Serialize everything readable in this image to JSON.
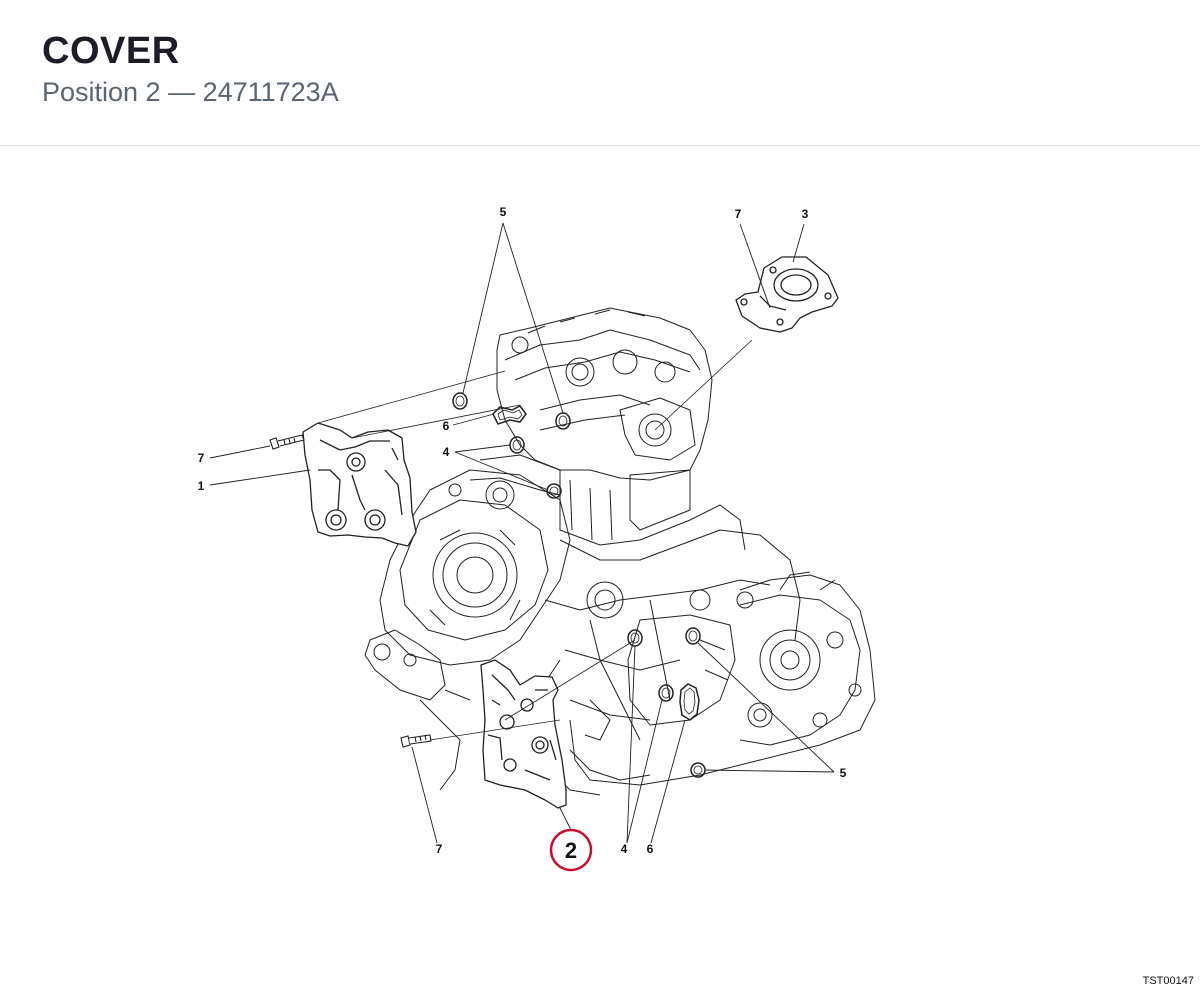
{
  "header": {
    "title": "COVER",
    "subtitle": "Position 2 — 24711723A"
  },
  "diagram": {
    "callouts": {
      "c5_top": "5",
      "c7_top": "7",
      "c3_top": "3",
      "c6_left": "6",
      "c4_left": "4",
      "c7_left": "7",
      "c1_left": "1",
      "c5_right": "5",
      "c7_bottom": "7",
      "c4_bottom": "4",
      "c6_bottom": "6"
    },
    "highlighted": {
      "number": "2",
      "color": "#c8102e"
    }
  },
  "footer": {
    "doc_code": "TST00147"
  },
  "colors": {
    "title": "#1d1d28",
    "subtitle": "#5b6572",
    "line_art": "#222222",
    "highlight": "#c8102e"
  }
}
